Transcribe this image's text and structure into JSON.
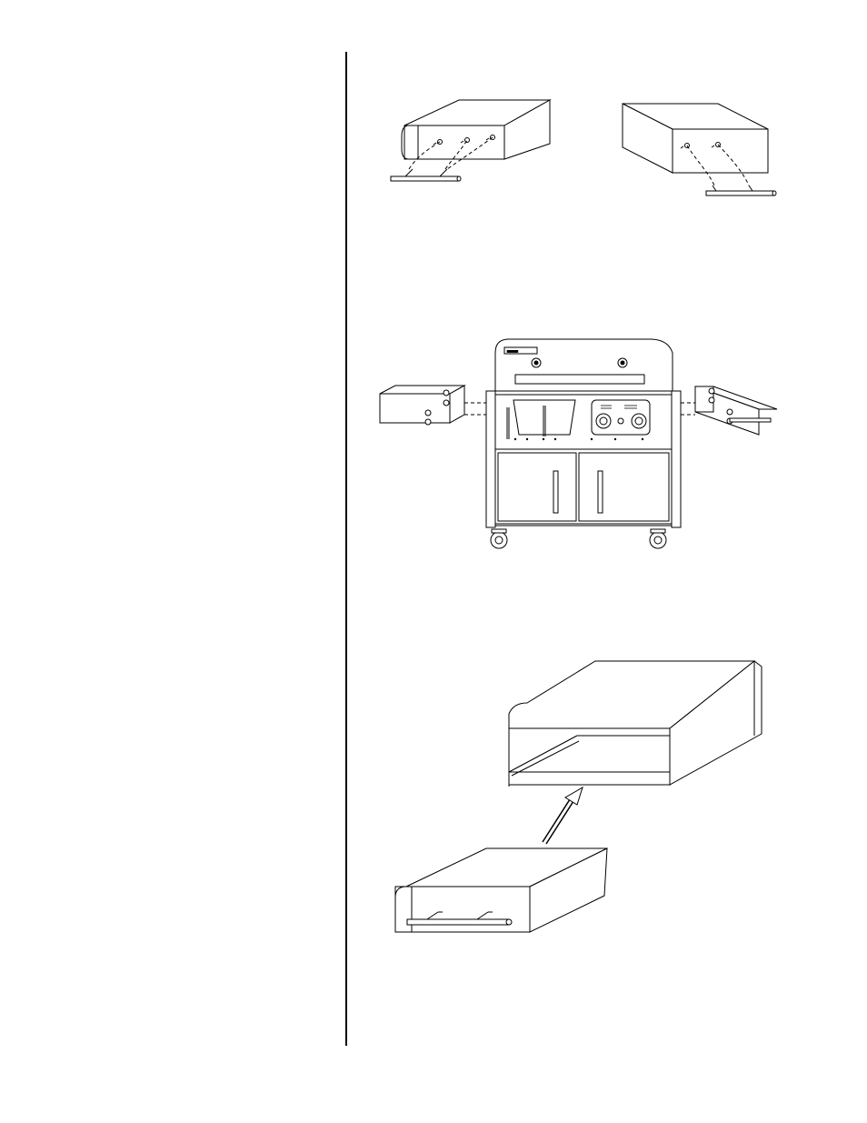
{
  "document": {
    "left_column_text": "",
    "figures": [
      {
        "id": "handle-attachment",
        "icon": "drawer-handle-screws-diagram"
      },
      {
        "id": "grill-side-shelves",
        "icon": "grill-cart-with-side-shelves-diagram"
      },
      {
        "id": "drawer-insertion",
        "icon": "drawer-insert-arrow-diagram"
      }
    ]
  }
}
